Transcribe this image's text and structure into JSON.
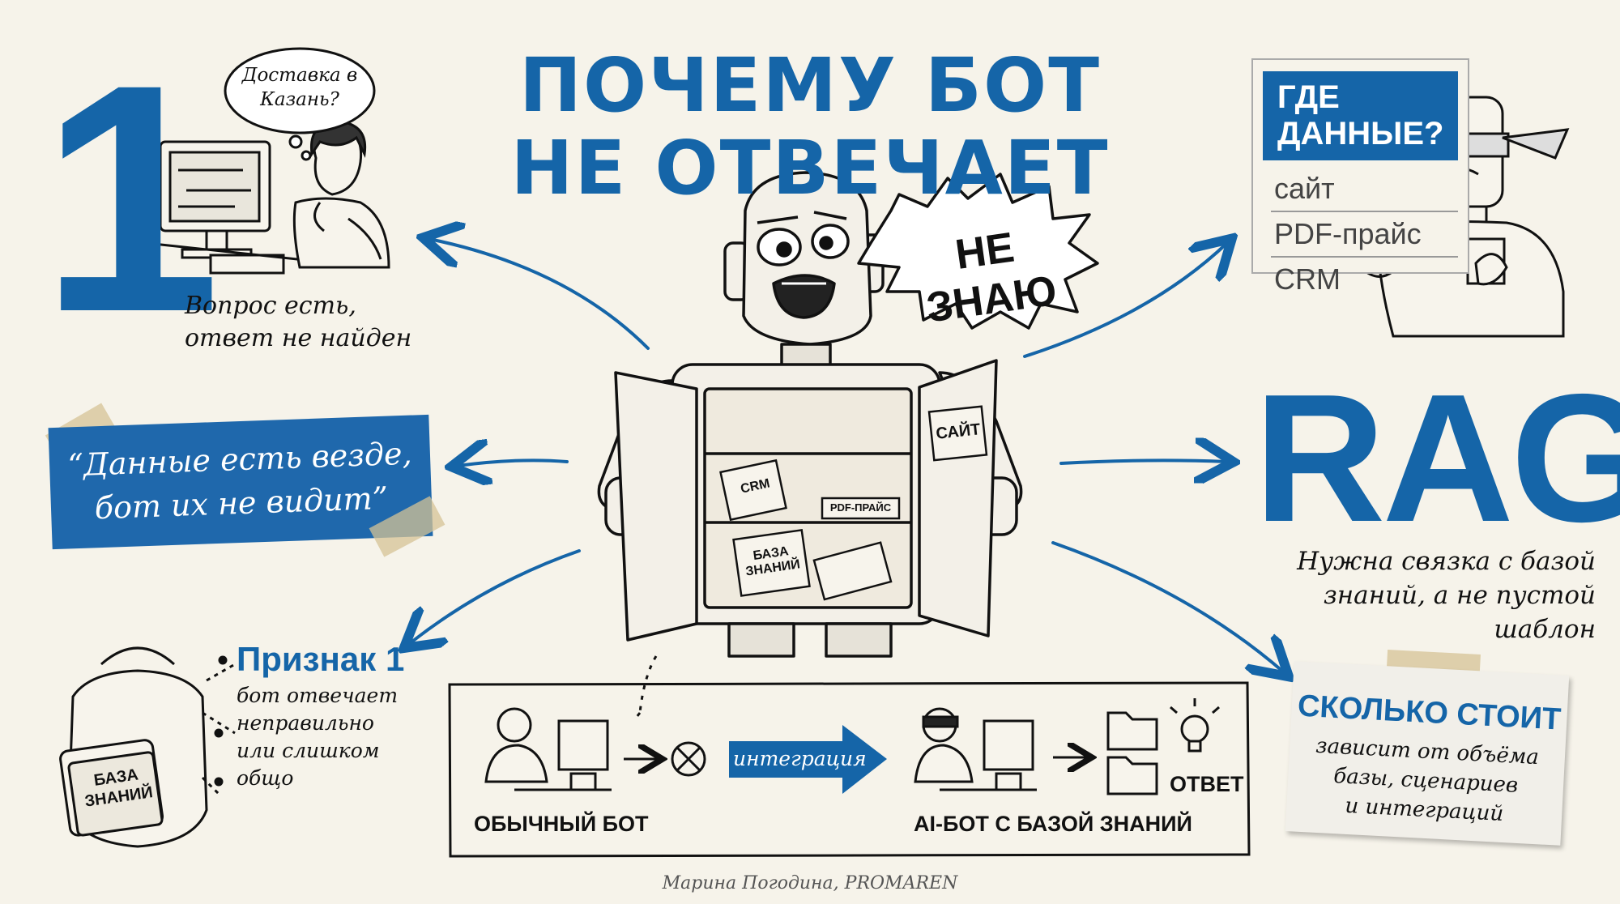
{
  "title": {
    "line1": "ПОЧЕМУ БОТ",
    "line2": "НЕ ОТВЕЧАЕТ"
  },
  "robot": {
    "speech": "НЕ ЗНАЮ",
    "shelf_labels": {
      "site": "САЙТ",
      "crm": "CRM",
      "pdf": "PDF-ПРАЙС",
      "kb": "БАЗА ЗНАНИЙ"
    }
  },
  "panel_question": {
    "number": "1",
    "thought": "Доставка в Казань?",
    "caption_line1": "Вопрос есть,",
    "caption_line2": "ответ не найден"
  },
  "panel_data": {
    "heading": "ГДЕ ДАННЫЕ?",
    "items": [
      "сайт",
      "PDF-прайс",
      "CRM"
    ]
  },
  "panel_quote": {
    "line1": "“Данные есть везде,",
    "line2": "бот их не видит”"
  },
  "panel_rag": {
    "acronym": "RAG",
    "caption_line1": "Нужна связка с базой",
    "caption_line2": "знаний, а не пустой шаблон"
  },
  "panel_sign": {
    "heading": "Признак 1",
    "lines": [
      "бот отвечает",
      "неправильно",
      "или слишком",
      "общо"
    ],
    "backpack_label": "БАЗА ЗНАНИЙ"
  },
  "panel_cost": {
    "heading": "СКОЛЬКО СТОИТ",
    "lines": [
      "зависит от объёма",
      "базы, сценариев",
      "и интеграций"
    ]
  },
  "flow": {
    "integration_label": "интеграция",
    "ordinary_bot": "ОБЫЧНЫЙ БОТ",
    "ai_bot": "AI-БОТ С БАЗОЙ ЗНАНИЙ",
    "answer": "ОТВЕТ"
  },
  "credit": "Марина Погодина, PROMAREN",
  "colors": {
    "accent": "#1565a8",
    "background": "#f6f3ea",
    "ink": "#111111"
  }
}
